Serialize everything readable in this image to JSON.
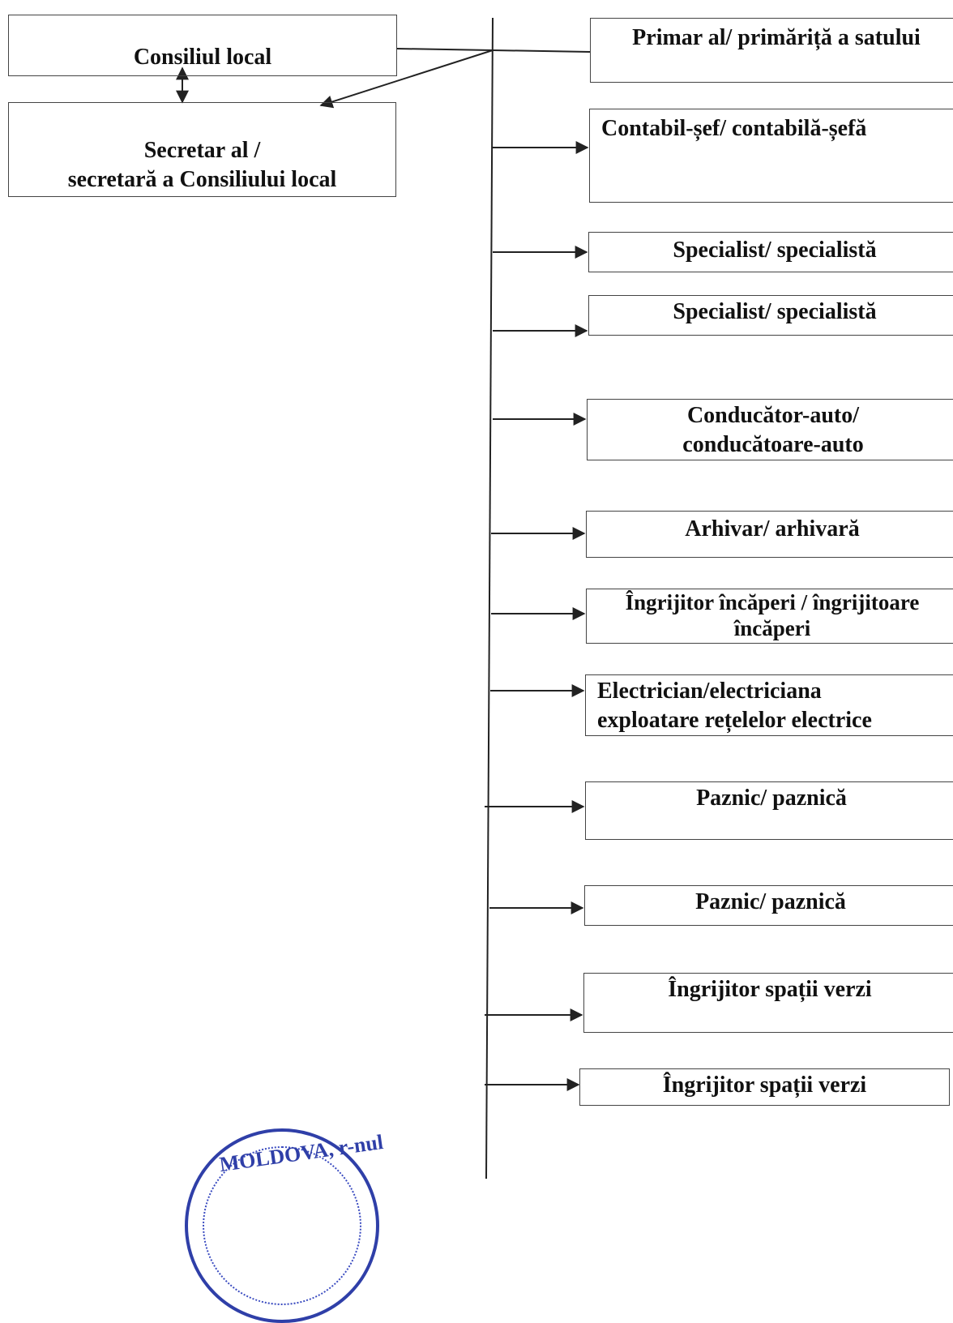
{
  "left_boxes": {
    "council": "Consiliul local",
    "secretary_line1": "Secretar al /",
    "secretary_line2": "secretară a Consiliului local"
  },
  "mayor": "Primar al/ primăriță a satului",
  "staff": [
    {
      "line1": "Contabil-șef/ contabilă-șefă",
      "line2": ""
    },
    {
      "line1": "Specialist/ specialistă",
      "line2": ""
    },
    {
      "line1": "Specialist/ specialistă",
      "line2": ""
    },
    {
      "line1": "Conducător-auto/",
      "line2": "conducătoare-auto"
    },
    {
      "line1": "Arhivar/ arhivară",
      "line2": ""
    },
    {
      "line1": "Îngrijitor încăperi / îngrijitoare",
      "line2": "încăperi"
    },
    {
      "line1": "Electrician/electriciana",
      "line2": "exploatare rețelelor electrice"
    },
    {
      "line1": "Paznic/ paznică",
      "line2": ""
    },
    {
      "line1": "Paznic/ paznică",
      "line2": ""
    },
    {
      "line1": "Îngrijitor spații verzi",
      "line2": ""
    },
    {
      "line1": "Îngrijitor spații verzi",
      "line2": ""
    }
  ],
  "seal": {
    "text": "MOLDOVA, r-nul",
    "color": "#2f3fa8"
  }
}
